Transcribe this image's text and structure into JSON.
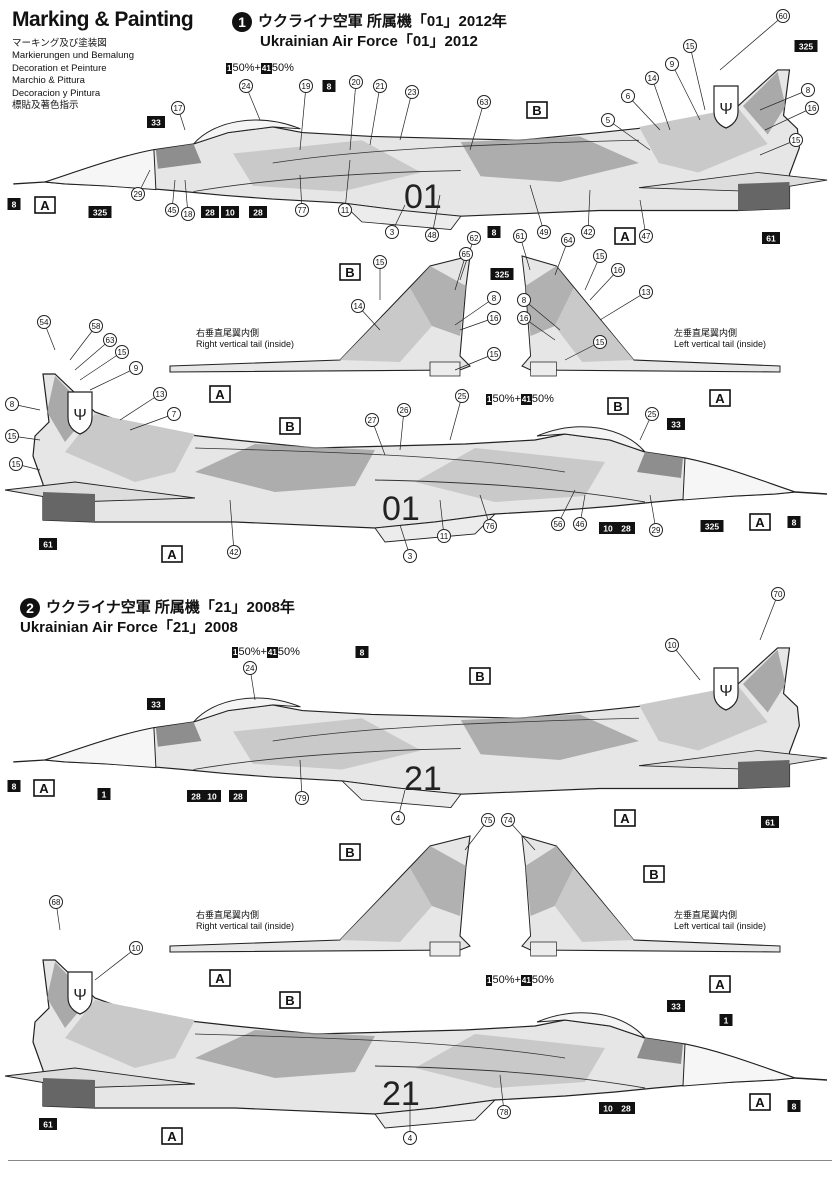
{
  "title": "Marking & Painting",
  "languages": [
    "マーキング及び塗装図",
    "Markierungen und Bemalung",
    "Decoration et Peinture",
    "Marchio & Pittura",
    "Decoracion y Pintura",
    "標貼及著色指示"
  ],
  "sections": [
    {
      "number": "1",
      "title_jp": "ウクライナ空軍 所属機「01」2012年",
      "title_en": "Ukrainian Air Force「01」2012",
      "serial": "01"
    },
    {
      "number": "2",
      "title_jp": "ウクライナ空軍 所属機「21」2008年",
      "title_en": "Ukrainian Air Force「21」2008",
      "serial": "21"
    }
  ],
  "tail_captions": {
    "right_jp": "右垂直尾翼内側",
    "right_en": "Right vertical tail (inside)",
    "left_jp": "左垂直尾翼内側",
    "left_en": "Left vertical tail (inside)"
  },
  "mix": {
    "a": "1",
    "a_pct": "50%",
    "plus": "+",
    "b": "41",
    "b_pct": "50%"
  },
  "color_letters": {
    "A": "A",
    "B": "B"
  },
  "colors": {
    "base": "#e6e6e6",
    "camo_light": "#c9c9c9",
    "camo_dark": "#9a9a9a",
    "nose_dark": "#8e8e8e",
    "exhaust": "#666666",
    "ink": "#111111"
  },
  "callouts": {
    "s1_side1_circles": [
      "60",
      "15",
      "9",
      "6",
      "14",
      "5",
      "8",
      "16",
      "15",
      "24",
      "19",
      "20",
      "21",
      "23",
      "63",
      "17",
      "29",
      "45",
      "18",
      "77",
      "11",
      "3",
      "48",
      "49",
      "42",
      "47"
    ],
    "s1_side1_boxes": [
      "325",
      "8",
      "33",
      "8",
      "28",
      "10",
      "28",
      "8",
      "325",
      "61"
    ],
    "s1_tails_circles": [
      "15",
      "62",
      "65",
      "14",
      "16",
      "8",
      "15",
      "61",
      "64",
      "15",
      "16",
      "13",
      "8",
      "16",
      "15"
    ],
    "s1_tails_boxes": [
      "325"
    ],
    "s1_side2_circles": [
      "54",
      "58",
      "63",
      "15",
      "9",
      "13",
      "7",
      "27",
      "26",
      "25",
      "25",
      "8",
      "15",
      "15",
      "42",
      "3",
      "11",
      "76",
      "56",
      "46",
      "29"
    ],
    "s1_side2_boxes": [
      "61",
      "33",
      "10",
      "28",
      "325",
      "8"
    ],
    "s2_side1_circles": [
      "70",
      "24",
      "10",
      "79",
      "4"
    ],
    "s2_side1_boxes": [
      "8",
      "33",
      "8",
      "1",
      "28",
      "10",
      "28",
      "61"
    ],
    "s2_tails_circles": [
      "75",
      "74"
    ],
    "s2_side2_circles": [
      "68",
      "10",
      "78",
      "4"
    ],
    "s2_side2_boxes": [
      "61",
      "33",
      "1",
      "10",
      "28",
      "8"
    ]
  }
}
